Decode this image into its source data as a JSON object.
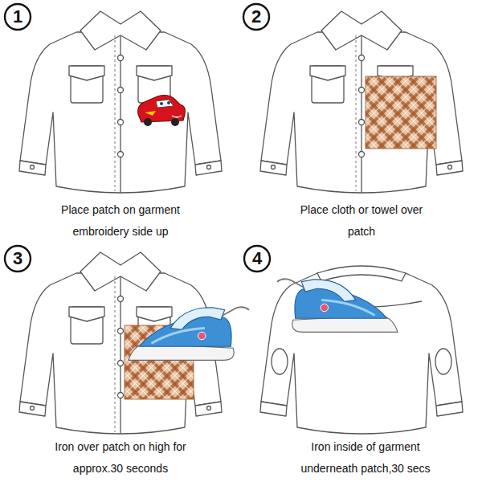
{
  "diagram": {
    "nodes": [
      {
        "text": [
          "1"
        ]
      },
      {
        "text": [
          "2"
        ]
      },
      {
        "text": [
          "3"
        ]
      },
      {
        "text": [
          "4"
        ]
      }
    ],
    "labels": [
      "Place patch on garment embroidery side up",
      "Place cloth or towel over patch",
      "Iron over patch on high for approx.30 seconds",
      "Iron inside of garment underneath patch,30 secs"
    ]
  }
}
